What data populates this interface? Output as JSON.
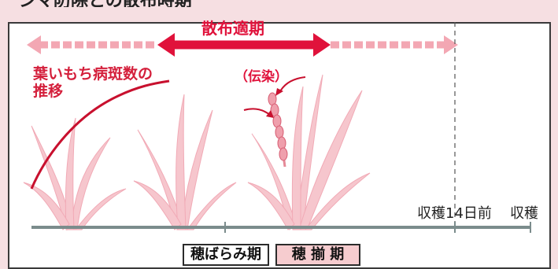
{
  "header_fragment": "ンマ防除との散布時期",
  "spray_period_label": "散布適期",
  "lesion_label_line1": "葉いもち病斑数の",
  "lesion_label_line2": "推移",
  "infection_label": "（伝染）",
  "timeline": {
    "harvest_minus_14": "収穫14日前",
    "harvest": "収穫"
  },
  "stages": {
    "heading_swelling": "穂ばらみ期",
    "heading_complete": "穂 揃 期"
  },
  "colors": {
    "accent_red": "#e0123b",
    "faded_red": "#f3a7b3",
    "plant_pink": "#f6c6cd",
    "curve_red": "#c8102e",
    "timeline_gray": "#7b8c8c",
    "stage_fill": "#f6cccf"
  }
}
